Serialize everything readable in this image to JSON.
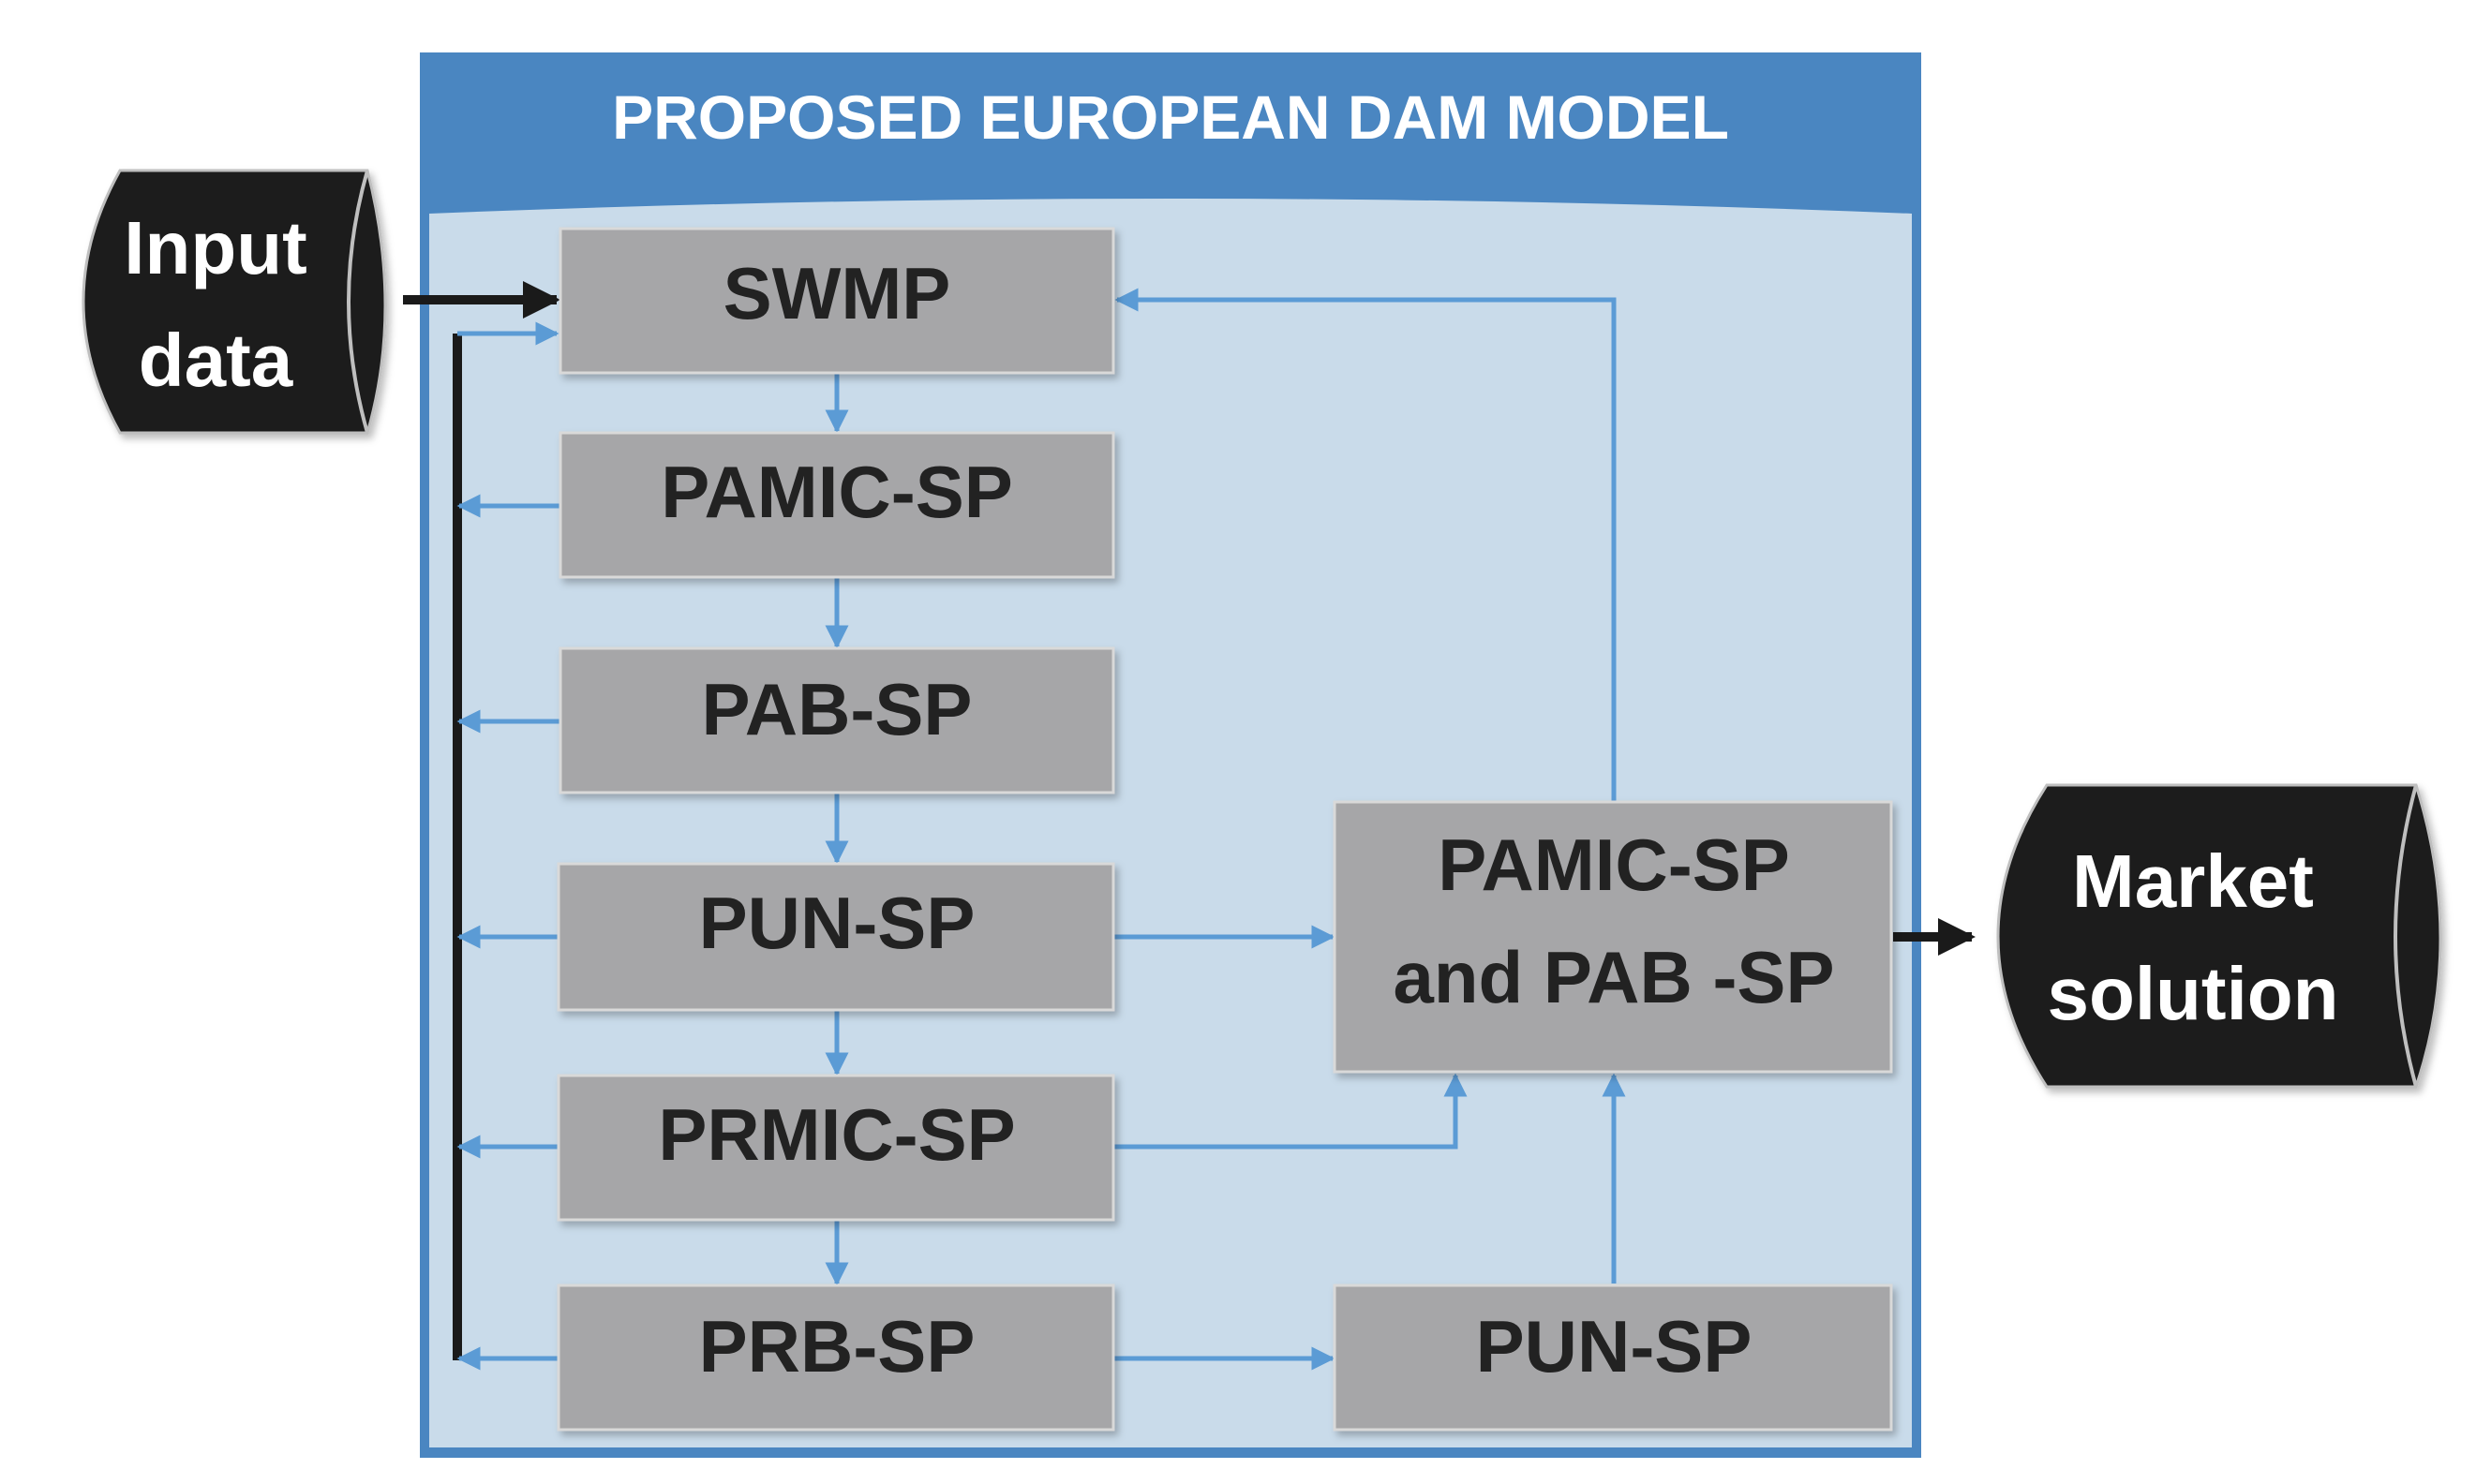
{
  "model": {
    "title": "PROPOSED EUROPEAN DAM MODEL"
  },
  "input": {
    "line1": "Input",
    "line2": "data"
  },
  "output": {
    "line1": "Market",
    "line2": "solution"
  },
  "boxes": {
    "swmp": "SWMP",
    "pamic": "PAMIC-SP",
    "pab": "PAB-SP",
    "pun": "PUN-SP",
    "prmic": "PRMIC-SP",
    "prb": "PRB-SP",
    "combined_line1": "PAMIC-SP",
    "combined_line2": "and PAB -SP",
    "pun_right": "PUN-SP"
  },
  "colors": {
    "frame_blue": "#4a86c1",
    "frame_fill": "#c9dbea",
    "box_gray": "#a6a6a8",
    "arrow_blue": "#5b9bd5",
    "dark": "#1a1a1a"
  }
}
